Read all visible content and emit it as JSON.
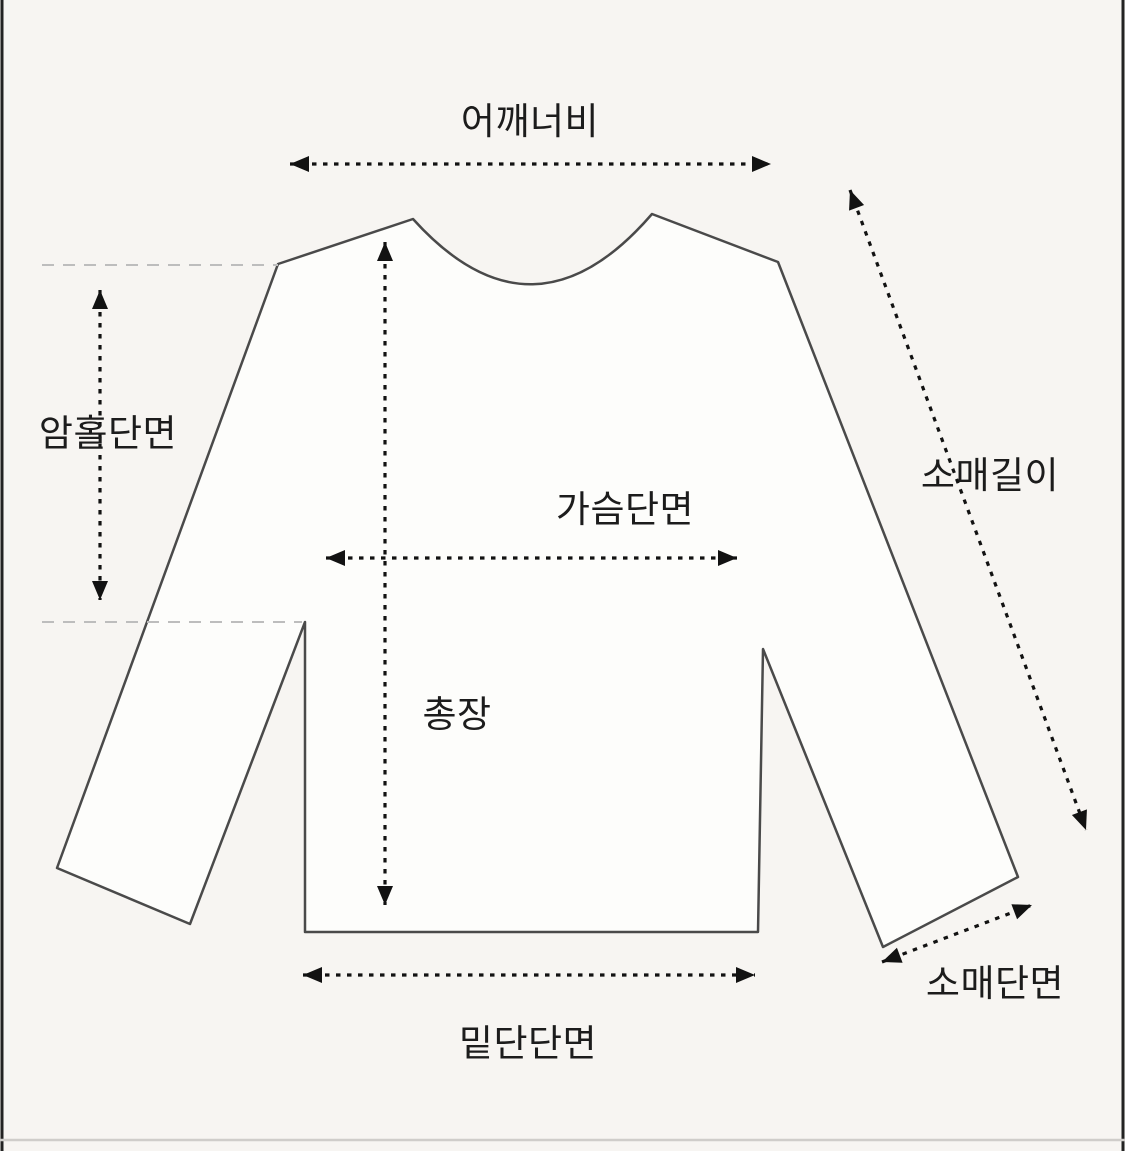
{
  "diagram": {
    "labels": {
      "shoulder_width": "어깨너비",
      "armhole": "암홀단면",
      "chest": "가슴단면",
      "total_length": "총장",
      "sleeve_length": "소매길이",
      "sleeve_opening": "소매단면",
      "hem": "밑단단면"
    },
    "colors": {
      "background": "#f7f5f2",
      "garment_fill": "#fdfdfb",
      "garment_outline": "#4a4a4a",
      "arrow": "#121212",
      "guide_line": "#bdbdbd",
      "text": "#1c1c1c",
      "frame_vertical": "#222222",
      "frame_bottom": "#cfcdca"
    }
  }
}
